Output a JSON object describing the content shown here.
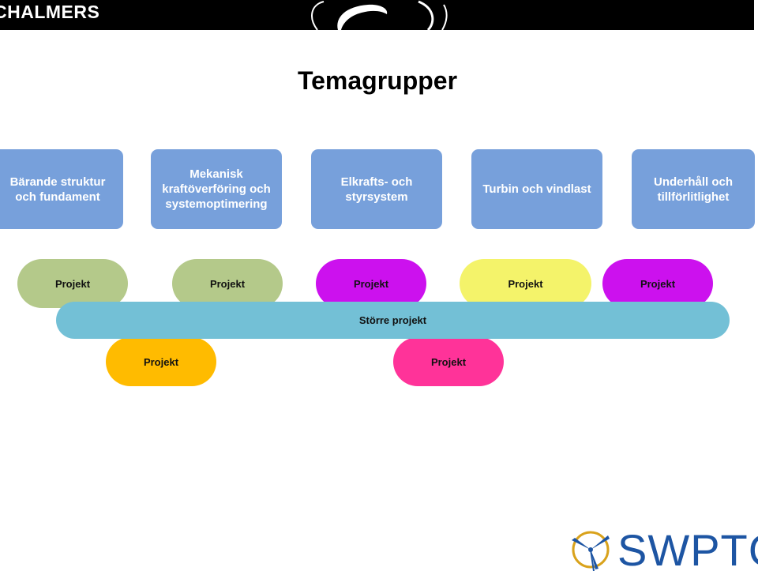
{
  "header": {
    "brand": "CHALMERS"
  },
  "slide": {
    "title": "Temagrupper"
  },
  "themes": [
    {
      "lines": [
        "Bärande struktur",
        "och fundament"
      ]
    },
    {
      "lines": [
        "Mekanisk",
        "kraftöverföring och",
        "systemoptimering"
      ]
    },
    {
      "lines": [
        "Elkrafts- och",
        "styrsystem"
      ]
    },
    {
      "lines": [
        "Turbin och vindlast"
      ]
    },
    {
      "lines": [
        "Underhåll och",
        "tillförlitlighet"
      ]
    }
  ],
  "projects": {
    "top_row": [
      {
        "label": "Projekt",
        "color": "#b4c98a"
      },
      {
        "label": "Projekt",
        "color": "#b4c98a"
      },
      {
        "label": "Projekt",
        "color": "#cc11ee"
      },
      {
        "label": "Projekt",
        "color": "#f4f36a"
      },
      {
        "label": "Projekt",
        "color": "#cc11ee"
      }
    ],
    "larger": {
      "label": "Större projekt",
      "color": "#73c0d6"
    },
    "bottom_row": [
      {
        "label": "Projekt",
        "color": "#ffbb00"
      },
      {
        "label": "Projekt",
        "color": "#ff3399"
      }
    ]
  },
  "logo": {
    "text": "SWPTC",
    "icon": "wind-turbine-icon"
  },
  "colors": {
    "theme_box": "#77a0db",
    "topbar": "#000000",
    "logo": "#1d55a3"
  }
}
